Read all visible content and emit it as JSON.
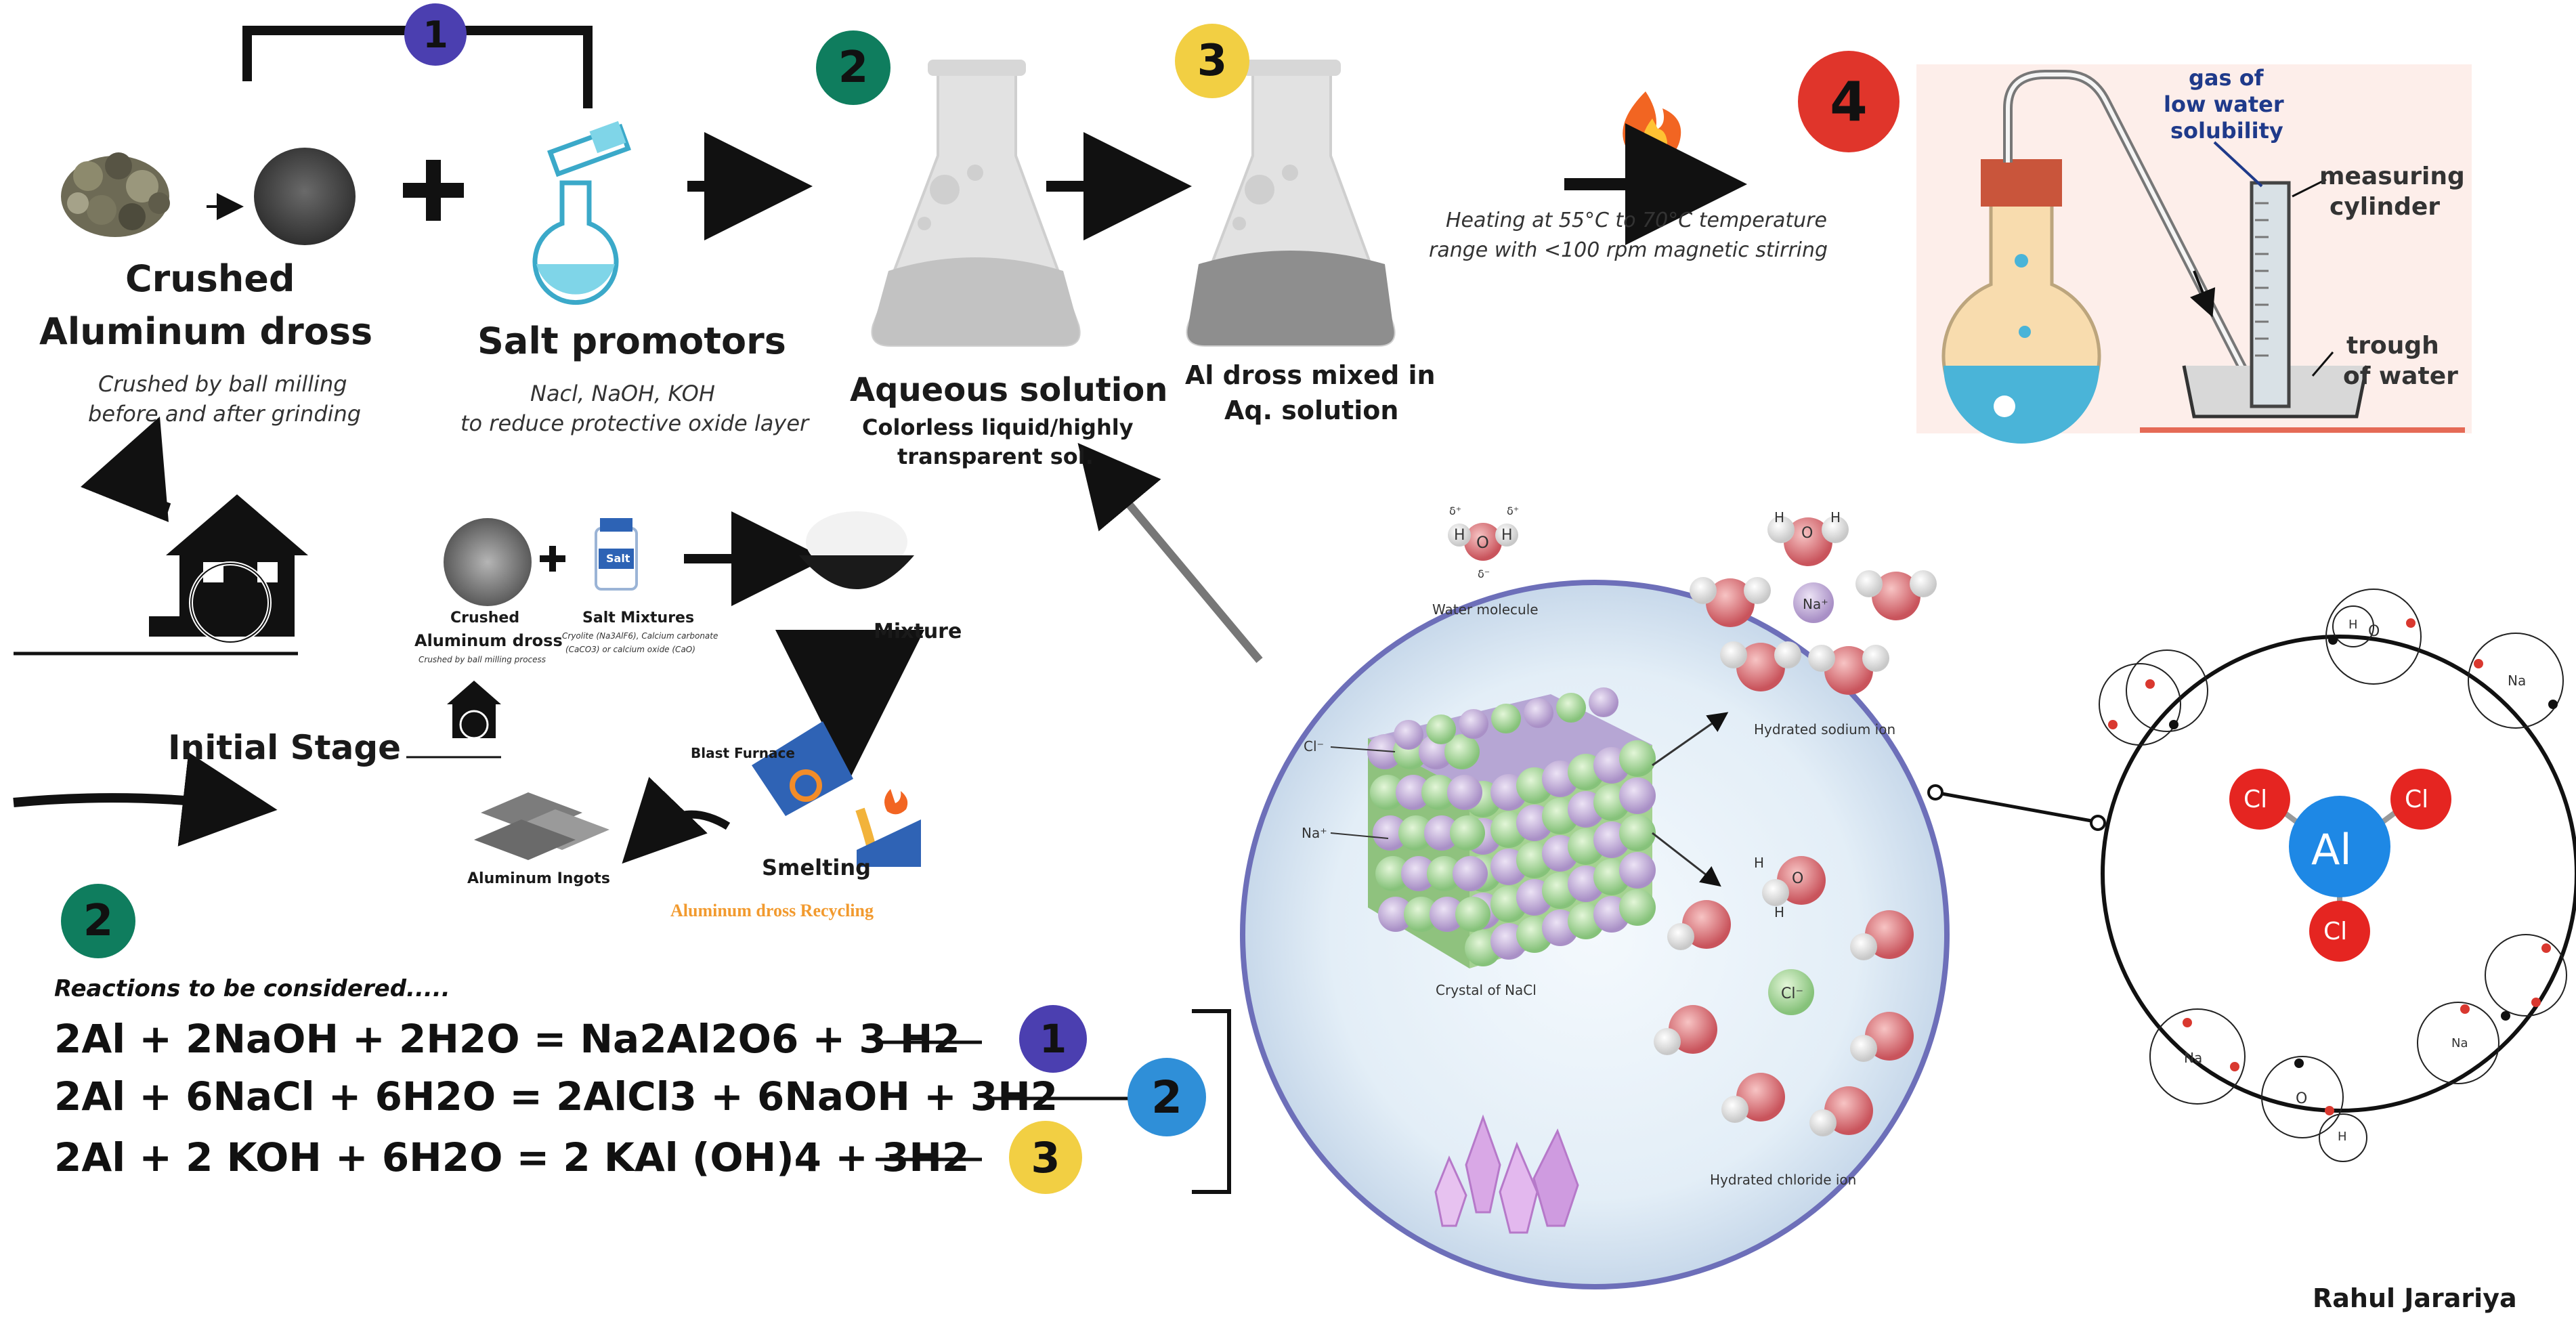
{
  "badges": {
    "b1_top": "1",
    "b2_top": "2",
    "b3_top": "3",
    "b4_top": "4",
    "b2_left": "2",
    "r1": "1",
    "r2": "2",
    "r3": "3"
  },
  "step1": {
    "crushed_title_1": "Crushed",
    "crushed_title_2": "Aluminum dross",
    "crushed_note_1": "Crushed by ball milling",
    "crushed_note_2": "before and after grinding",
    "salt_title": "Salt  promotors",
    "salt_note_1": "Nacl, NaOH, KOH",
    "salt_note_2": "to reduce protective  oxide layer"
  },
  "step2": {
    "title": "Aqueous solution",
    "sub_1": "Colorless liquid/highly",
    "sub_2": "transparent sol."
  },
  "step3": {
    "title_1": "Al dross mixed in",
    "title_2": "Aq. solution"
  },
  "heating": {
    "line_1": "Heating at 55°C to 70°C temperature",
    "line_2": "range with <100 rpm magnetic stirring"
  },
  "apparatus": {
    "gas_1": "gas of",
    "gas_2": "low water",
    "gas_3": "solubility",
    "cyl_1": "measuring",
    "cyl_2": "cylinder",
    "trough_1": "trough",
    "trough_2": "of water"
  },
  "recycling": {
    "crushed_1": "Crushed",
    "crushed_2": "Aluminum dross",
    "crushed_note": "Crushed by ball milling process",
    "salt_1": "Salt Mixtures",
    "salt_note_1": "Cryolite (Na3AlF6), Calcium carbonate",
    "salt_note_2": "(CaCO3) or calcium oxide (CaO)",
    "mixture": "Mixture",
    "blast_furnace": "Blast Furnace",
    "smelting": "Smelting",
    "ingots": "Aluminum Ingots",
    "caption": "Aluminum dross Recycling",
    "initial_stage": "Initial Stage",
    "salt_jar_label": "Salt"
  },
  "reactions": {
    "heading": "Reactions to be considered.....",
    "eq1": "2Al + 2NaOH + 2H2O = Na2Al2O6 + 3 H2",
    "eq2": "2Al  + 6NaCl + 6H2O = 2AlCl3 + 6NaOH + 3H2",
    "eq3": "2Al + 2 KOH + 6H2O = 2 KAl (OH)4 + 3H2"
  },
  "nacl": {
    "water_molecule": "Water molecule",
    "hydrated_sodium": "Hydrated sodium ion",
    "hydrated_chloride": "Hydrated chloride ion",
    "crystal": "Crystal of NaCl",
    "cl_label": "Cl⁻",
    "na_label": "Na⁺",
    "na_ion": "Na⁺",
    "cl_ion": "Cl⁻",
    "h": "H",
    "o": "O",
    "delta_plus": "δ⁺",
    "delta_minus": "δ⁻"
  },
  "alcl3": {
    "al": "Al",
    "cl": "Cl",
    "na": "Na",
    "o": "O",
    "h": "H"
  },
  "author": "Rahul Jarariya",
  "colors": {
    "purple_badge": "#4b3fb0",
    "green_badge": "#0f7d5e",
    "yellow_badge": "#f2cf43",
    "red_badge": "#e0352b",
    "blue_badge": "#2f8fd8",
    "al_atom": "#1e88e5",
    "cl_atom": "#e52521",
    "recycle_caption": "#f29a2e"
  }
}
